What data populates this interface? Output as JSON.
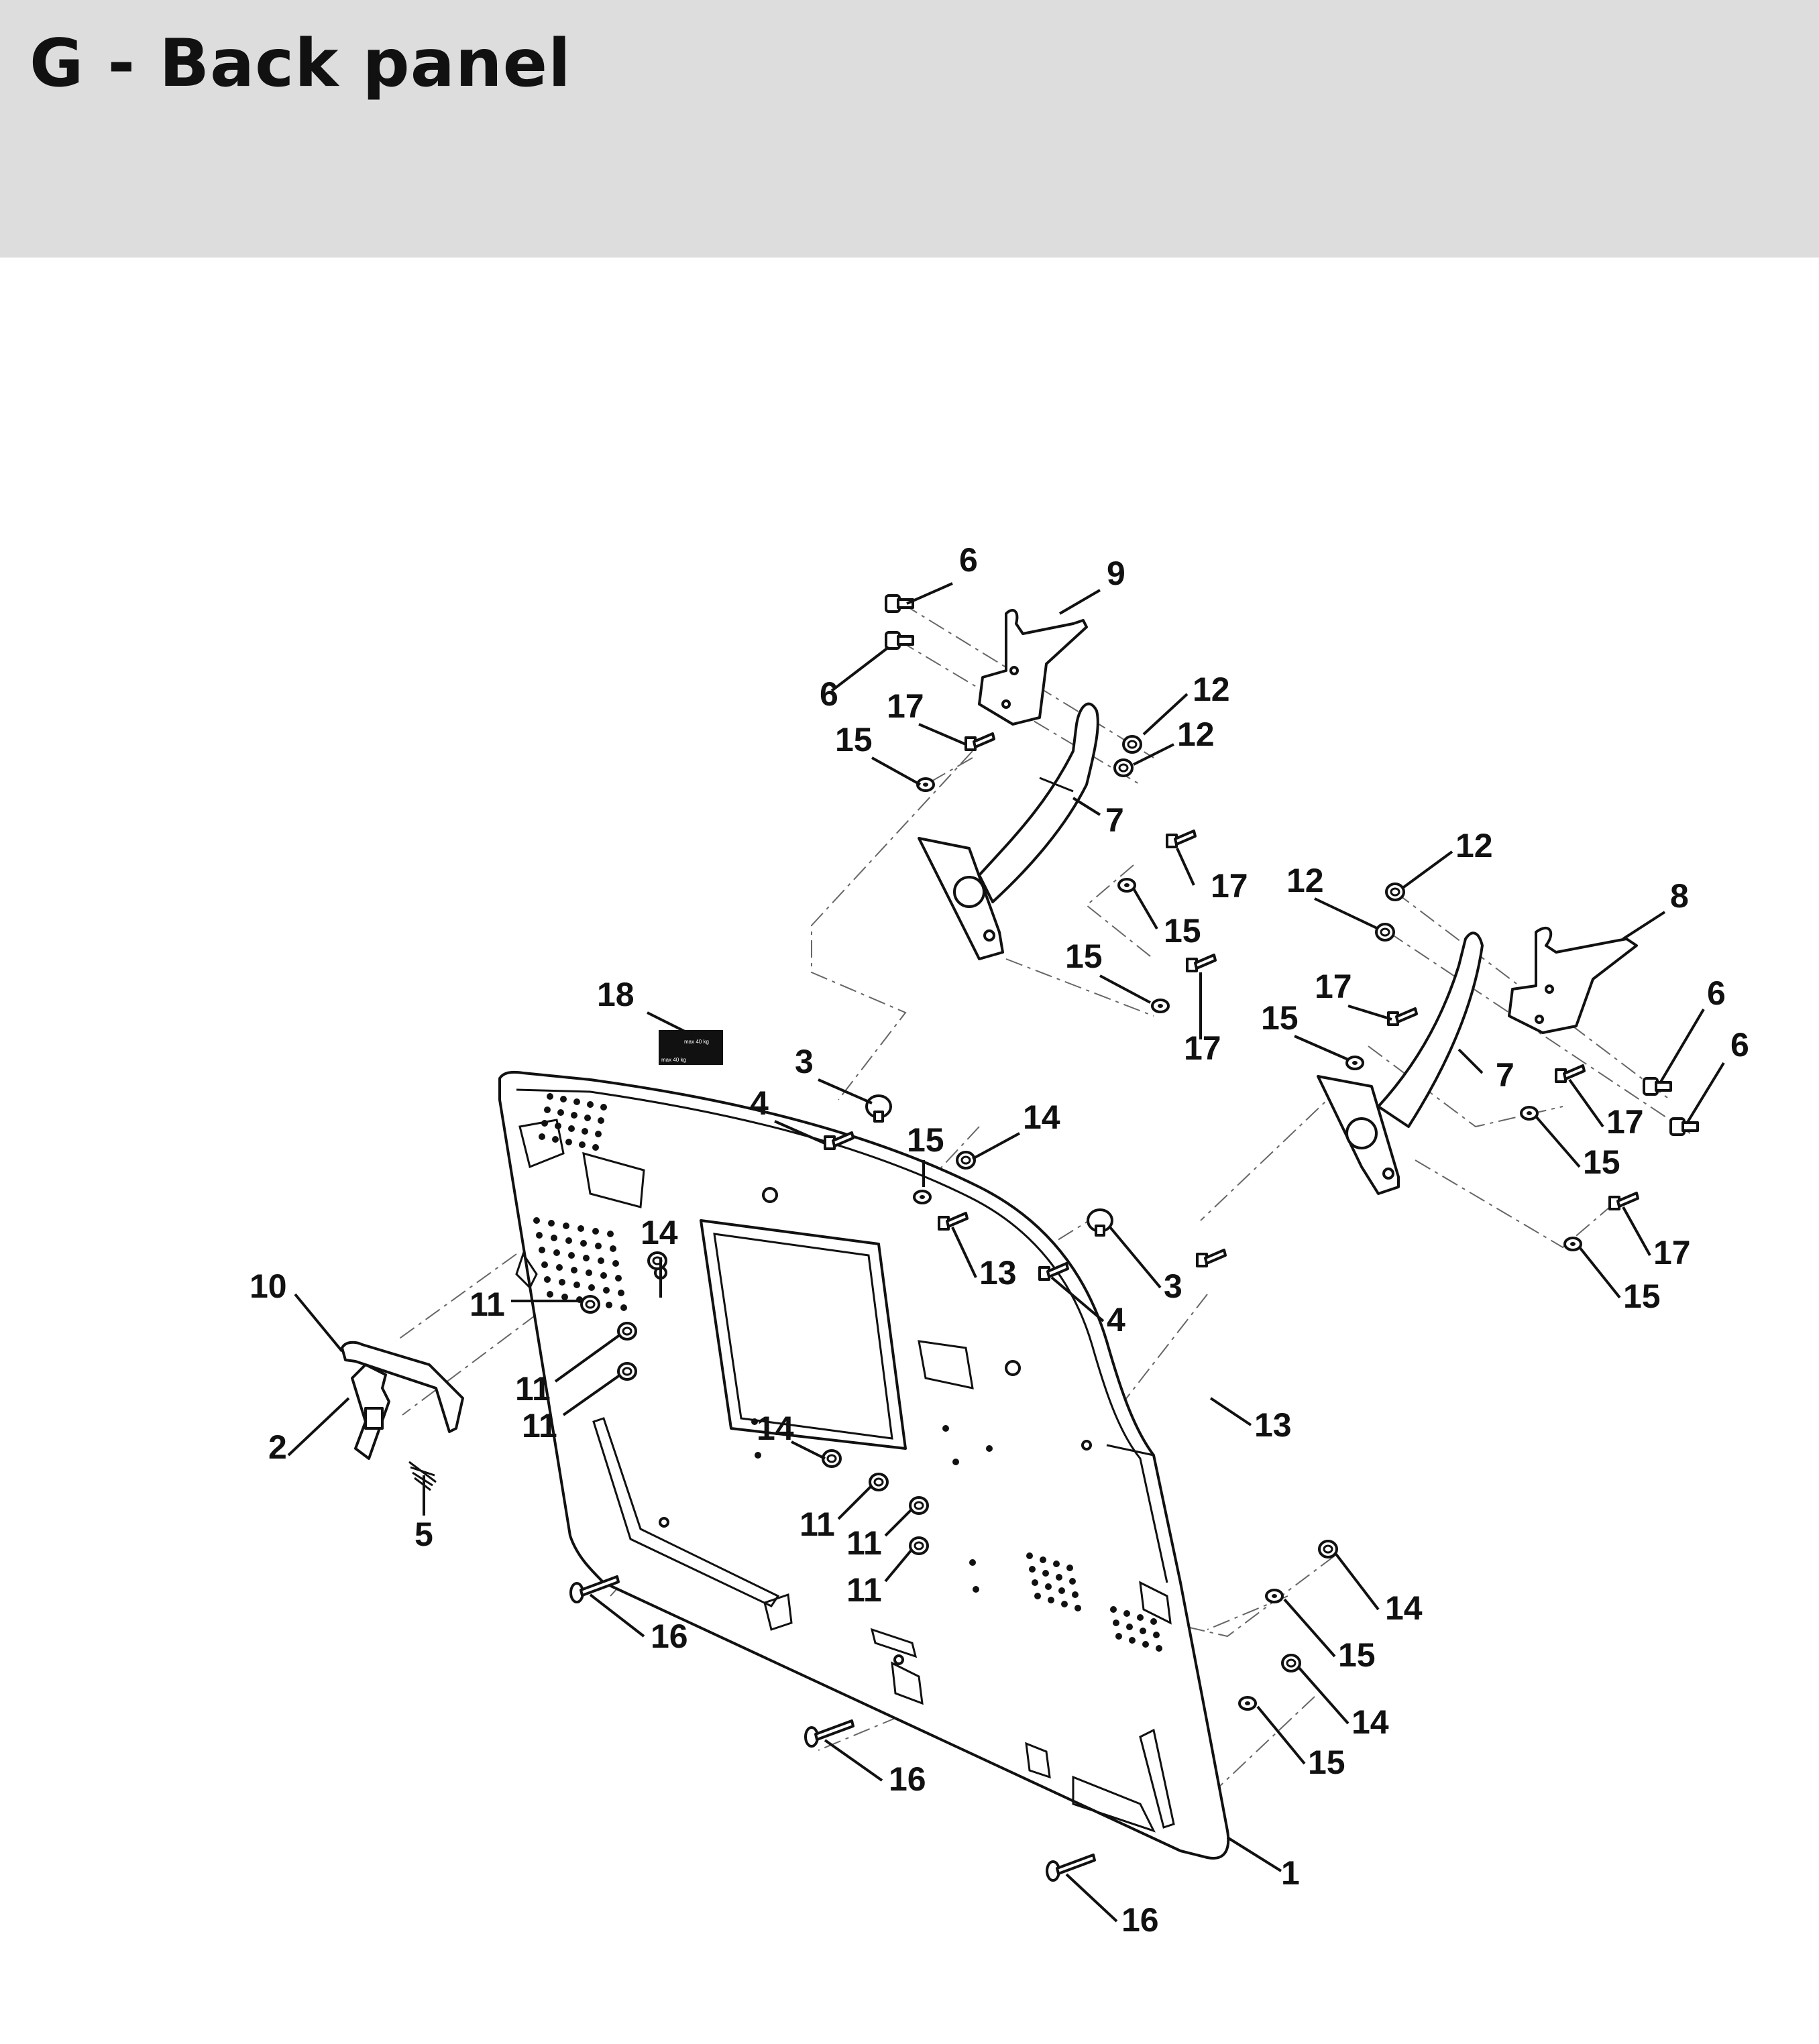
{
  "page": {
    "title": "G - Back panel"
  },
  "callouts": [
    {
      "id": "c6a",
      "text": "6"
    },
    {
      "id": "c9",
      "text": "9"
    },
    {
      "id": "c6b",
      "text": "6"
    },
    {
      "id": "c12a",
      "text": "12"
    },
    {
      "id": "c12b",
      "text": "12"
    },
    {
      "id": "c17a",
      "text": "17"
    },
    {
      "id": "c15a",
      "text": "15"
    },
    {
      "id": "c7a",
      "text": "7"
    },
    {
      "id": "c12c",
      "text": "12"
    },
    {
      "id": "c12d",
      "text": "12"
    },
    {
      "id": "c8",
      "text": "8"
    },
    {
      "id": "c17b",
      "text": "17"
    },
    {
      "id": "c15b",
      "text": "15"
    },
    {
      "id": "c15c",
      "text": "15"
    },
    {
      "id": "c17c",
      "text": "17"
    },
    {
      "id": "c17d",
      "text": "17"
    },
    {
      "id": "c15d",
      "text": "15"
    },
    {
      "id": "c7b",
      "text": "7"
    },
    {
      "id": "c6c",
      "text": "6"
    },
    {
      "id": "c6d",
      "text": "6"
    },
    {
      "id": "c17e",
      "text": "17"
    },
    {
      "id": "c15e",
      "text": "15"
    },
    {
      "id": "c17f",
      "text": "17"
    },
    {
      "id": "c15f",
      "text": "15"
    },
    {
      "id": "c18",
      "text": "18"
    },
    {
      "id": "c3a",
      "text": "3"
    },
    {
      "id": "c4a",
      "text": "4"
    },
    {
      "id": "c15g",
      "text": "15"
    },
    {
      "id": "c14a",
      "text": "14"
    },
    {
      "id": "c13a",
      "text": "13"
    },
    {
      "id": "c3b",
      "text": "3"
    },
    {
      "id": "c4b",
      "text": "4"
    },
    {
      "id": "c14b",
      "text": "14"
    },
    {
      "id": "c10",
      "text": "10"
    },
    {
      "id": "c11a",
      "text": "11"
    },
    {
      "id": "c11b",
      "text": "11"
    },
    {
      "id": "c11c",
      "text": "11"
    },
    {
      "id": "c2",
      "text": "2"
    },
    {
      "id": "c5",
      "text": "5"
    },
    {
      "id": "c13b",
      "text": "13"
    },
    {
      "id": "c14c",
      "text": "14"
    },
    {
      "id": "c11d",
      "text": "11"
    },
    {
      "id": "c11e",
      "text": "11"
    },
    {
      "id": "c11f",
      "text": "11"
    },
    {
      "id": "c16a",
      "text": "16"
    },
    {
      "id": "c14d",
      "text": "14"
    },
    {
      "id": "c15h",
      "text": "15"
    },
    {
      "id": "c14e",
      "text": "14"
    },
    {
      "id": "c15i",
      "text": "15"
    },
    {
      "id": "c16b",
      "text": "16"
    },
    {
      "id": "c1",
      "text": "1"
    },
    {
      "id": "c16c",
      "text": "16"
    }
  ],
  "label_18_text": [
    "max 40 kg",
    "max 40 kg"
  ]
}
